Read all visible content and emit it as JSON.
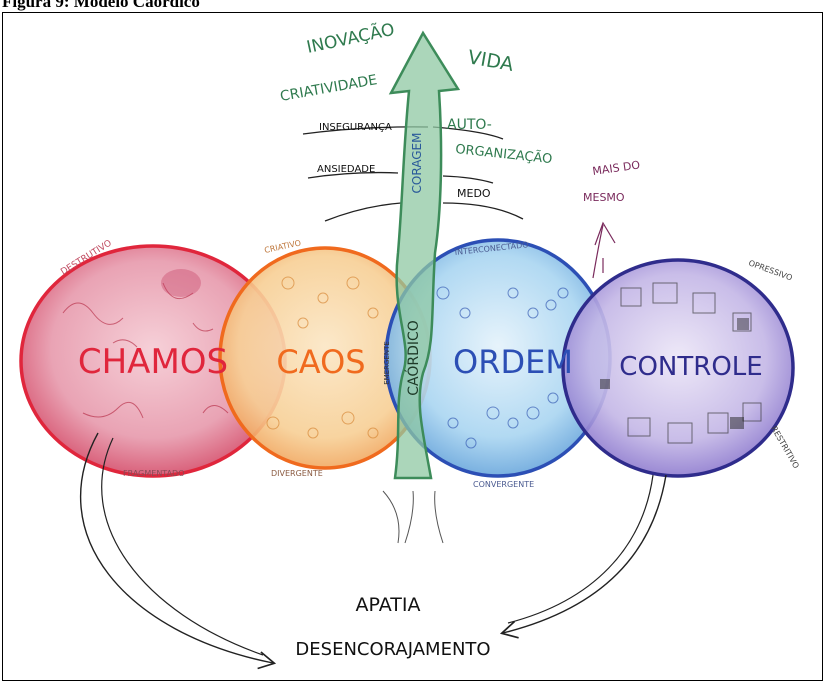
{
  "figure": {
    "caption": "Figura 9: Modelo Caórdico"
  },
  "diagram": {
    "circles": [
      {
        "id": "chamos",
        "label": "CHAMOS",
        "color": "#e0263c",
        "fill": "#e88aa0",
        "top_note": "DESTRUTIVO",
        "bottom_note": "FRAGMENTADO"
      },
      {
        "id": "caos",
        "label": "CAOS",
        "color": "#f06a1e",
        "fill": "#f6c27c",
        "top_note": "CRIATIVO",
        "bottom_note": "DIVERGENTE"
      },
      {
        "id": "ordem",
        "label": "ORDEM",
        "color": "#2c4fb5",
        "fill": "#8fc4ea",
        "top_note": "INTERCONECTADO",
        "bottom_note": "CONVERGENTE"
      },
      {
        "id": "controle",
        "label": "CONTROLE",
        "color": "#2f2c8c",
        "fill": "#a99ad8",
        "top_note": "OPRESSIVO",
        "bottom_note": "RESTRITIVO"
      }
    ],
    "caordico_label": "CAÓRDICO",
    "emergente_label": "EMERGENTE",
    "arrow_label": "CORAGEM",
    "arrow_color": "#3d8c5a",
    "upper_left": {
      "inovacao": "INOVAÇÃO",
      "criatividade": "CRIATIVIDADE",
      "inseguranca": "INSEGURANÇA",
      "ansiedade": "ANSIEDADE"
    },
    "upper_right": {
      "vida": "VIDA",
      "auto": "AUTO-",
      "organizacao": "ORGANIZAÇÃO",
      "medo": "MEDO"
    },
    "mais_do_mesmo": [
      "MAIS DO",
      "MESMO"
    ],
    "mais_color": "#7a2a5c",
    "bottom": {
      "apatia": "APATIA",
      "desencorajamento": "DESENCORAJAMENTO"
    }
  }
}
